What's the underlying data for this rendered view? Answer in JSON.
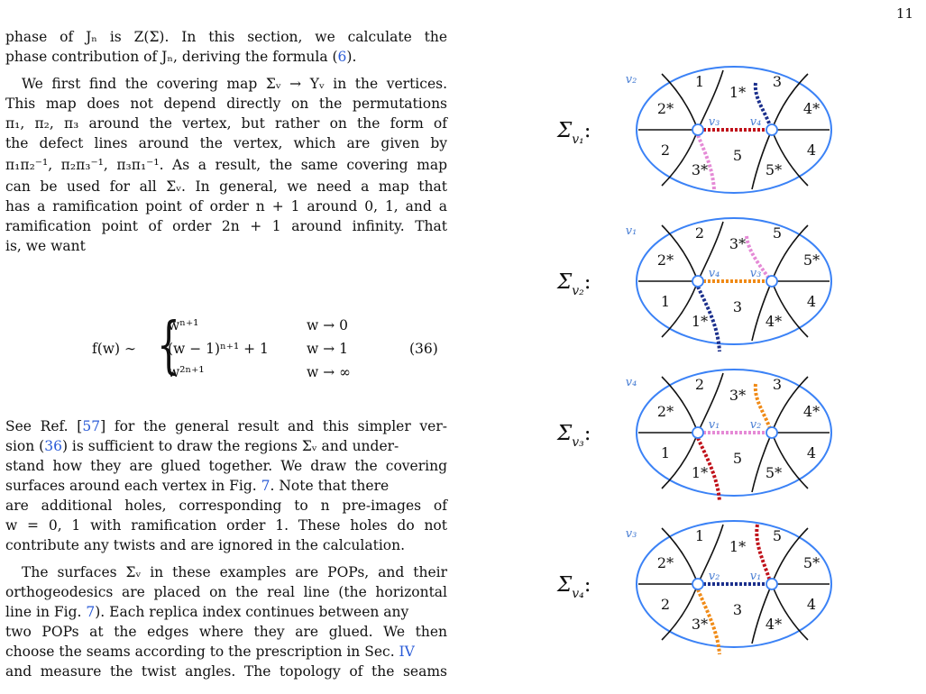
{
  "page_number": "11",
  "left_column": {
    "para1": {
      "l1": "phase of Jₙ is Z(Σ). In this section, we calculate the",
      "l2a": "phase contribution of Jₙ, deriving the formula (",
      "l2ref": "6",
      "l2b": ")."
    },
    "para2": {
      "l1": "We first find the covering map Σᵥ → Yᵥ in the vertices.",
      "l2": "This map does not depend directly on the permutations",
      "l3": "π₁, π₂, π₃ around the vertex, but rather on the form of",
      "l4": "the defect lines around the vertex, which are given by",
      "l5": "π₁π₂⁻¹, π₂π₃⁻¹, π₃π₁⁻¹. As a result, the same covering map",
      "l6": "can be used for all Σᵥ. In general, we need a map that",
      "l7": "has a ramification point of order n + 1 around 0, 1, and a",
      "l8": "ramification point of order 2n + 1 around infinity. That",
      "l9": "is, we want"
    },
    "equation": {
      "lhs": "f(w) ∼",
      "case1": "wⁿ⁺¹",
      "cond1": "w → 0",
      "case2": "(w − 1)ⁿ⁺¹ + 1",
      "cond2": "w → 1",
      "case3": "w²ⁿ⁺¹",
      "cond3": "w → ∞",
      "number": "(36)"
    },
    "para3": {
      "l1a": "See Ref. [",
      "l1ref": "57",
      "l1b": "] for the general result and this simpler ver-",
      "l2a": "sion (",
      "l2ref": "36",
      "l2b": ") is sufficient to draw the regions Σᵥ and under-",
      "l3": "stand how they are glued together. We draw the covering",
      "l4a": "surfaces around each vertex in Fig. ",
      "l4ref": "7",
      "l4b": ". Note that there",
      "l5": "are additional holes, corresponding to n pre-images of",
      "l6": "w = 0, 1 with ramification order 1. These holes do not",
      "l7": "contribute any twists and are ignored in the calculation."
    },
    "para4": {
      "l1": "The surfaces Σᵥ in these examples are POPs, and their",
      "l2": "orthogeodesics are placed on the real line (the horizontal",
      "l3a": "line in Fig. ",
      "l3ref": "7",
      "l3b": "). Each replica index continues between any",
      "l4": "two POPs at the edges where they are glued. We then",
      "l5a": "choose the seams according to the prescription in Sec. ",
      "l5ref": "IV",
      "l6": "and measure the twist angles. The topology of the seams"
    }
  },
  "figure": {
    "colors": {
      "outline": "#3b82f6",
      "vertex_label": "#4a7fd4",
      "red_seam": "#c0111a",
      "blue_seam": "#1b2f8c",
      "pink_seam": "#e58ad6",
      "orange_seam": "#f08a16"
    },
    "panels": [
      {
        "sigma": "Σ",
        "sub": "v₁",
        "corner": "v₂",
        "left_vertex": "v₃",
        "right_vertex": "v₄",
        "regions": {
          "tl": "2*",
          "bl": "2",
          "tm1": "1",
          "tm2": "1*",
          "tr": "3",
          "rt": "4*",
          "rb": "4",
          "bm1": "3*",
          "bm2": "5",
          "br": "5*"
        }
      },
      {
        "sigma": "Σ",
        "sub": "v₂",
        "corner": "v₁",
        "left_vertex": "v₄",
        "right_vertex": "v₃",
        "regions": {
          "tl": "2*",
          "bl": "1",
          "tm1": "2",
          "tm2": "3*",
          "tr": "5",
          "rt": "5*",
          "rb": "4",
          "bm1": "1*",
          "bm2": "3",
          "br": "4*"
        }
      },
      {
        "sigma": "Σ",
        "sub": "v₃",
        "corner": "v₄",
        "left_vertex": "v₁",
        "right_vertex": "v₂",
        "regions": {
          "tl": "2*",
          "bl": "1",
          "tm1": "2",
          "tm2": "3*",
          "tr": "3",
          "rt": "4*",
          "rb": "4",
          "bm1": "1*",
          "bm2": "5",
          "br": "5*"
        }
      },
      {
        "sigma": "Σ",
        "sub": "v₄",
        "corner": "v₃",
        "left_vertex": "v₂",
        "right_vertex": "v₁",
        "regions": {
          "tl": "2*",
          "bl": "2",
          "tm1": "1",
          "tm2": "1*",
          "tr": "5",
          "rt": "5*",
          "rb": "4",
          "bm1": "3*",
          "bm2": "3",
          "br": "4*"
        }
      }
    ]
  }
}
